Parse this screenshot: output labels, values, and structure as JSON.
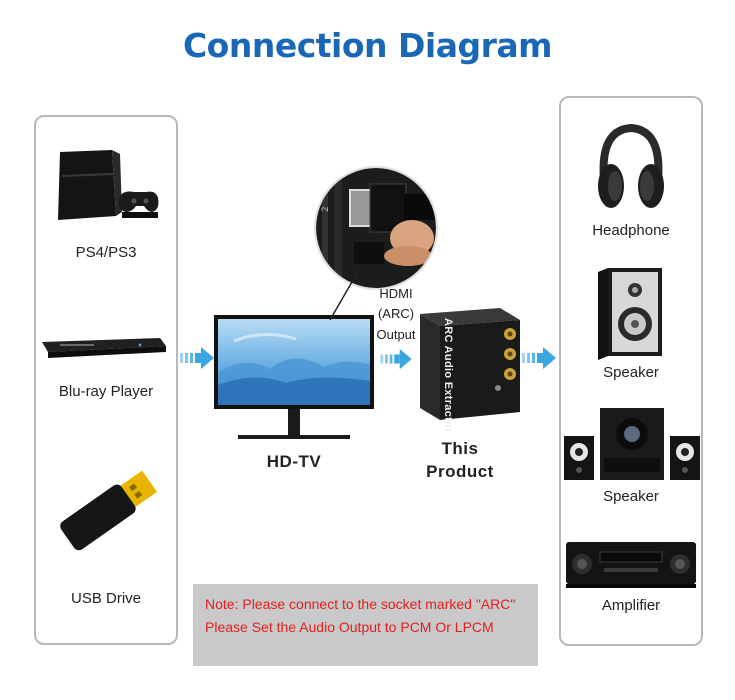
{
  "title": "Connection Diagram",
  "sources": [
    {
      "label": "PS4/PS3",
      "icon": "game-console-icon"
    },
    {
      "label": "Blu-ray Player",
      "icon": "bluray-player-icon"
    },
    {
      "label": "USB Drive",
      "icon": "usb-drive-icon"
    }
  ],
  "tv": {
    "label": "HD-TV"
  },
  "connection": {
    "line1": "HDMI",
    "line2": "(ARC)",
    "line3": "Output"
  },
  "product": {
    "label_line1": "This",
    "label_line2": "Product",
    "device_text": "ARC Audio Extractor"
  },
  "outputs": [
    {
      "label": "Headphone",
      "icon": "headphone-icon"
    },
    {
      "label": "Speaker",
      "icon": "bookshelf-speaker-icon"
    },
    {
      "label": "Speaker",
      "icon": "speaker-system-icon"
    },
    {
      "label": "Amplifier",
      "icon": "amplifier-icon"
    }
  ],
  "note": "Note: Please connect to the socket marked \"ARC\" Please Set the Audio Output to PCM Or LPCM",
  "colors": {
    "title": "#1967b6",
    "arrow": "#3aa6e0",
    "note_text": "#e02020",
    "note_bg": "#c9c9c9"
  }
}
